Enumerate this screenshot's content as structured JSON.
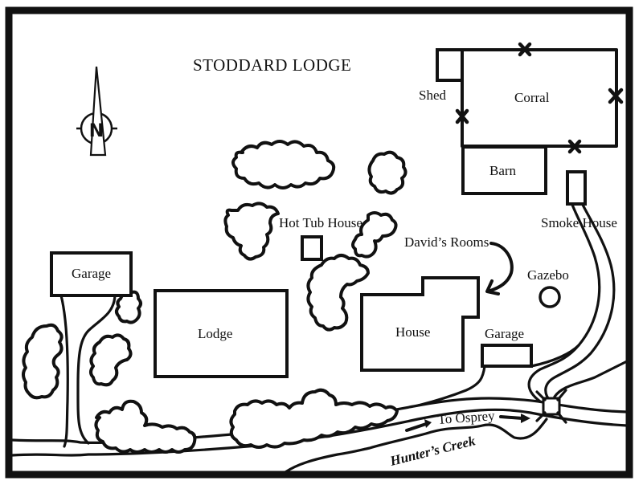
{
  "map": {
    "title": "STODDARD LODGE",
    "compass": {
      "icon": "north-arrow-icon",
      "letter": "N"
    },
    "labels": {
      "shed": "Shed",
      "corral": "Corral",
      "barn": "Barn",
      "smoke_house": "Smoke House",
      "hot_tub_house": "Hot Tub House",
      "davids_rooms": "David’s Rooms",
      "gazebo": "Gazebo",
      "garage_west": "Garage",
      "lodge": "Lodge",
      "house": "House",
      "garage_east": "Garage",
      "to_osprey": "To Osprey",
      "hunters_creek": "Hunter’s Creek"
    },
    "colors": {
      "ink": "#111111",
      "paper": "#ffffff"
    }
  }
}
